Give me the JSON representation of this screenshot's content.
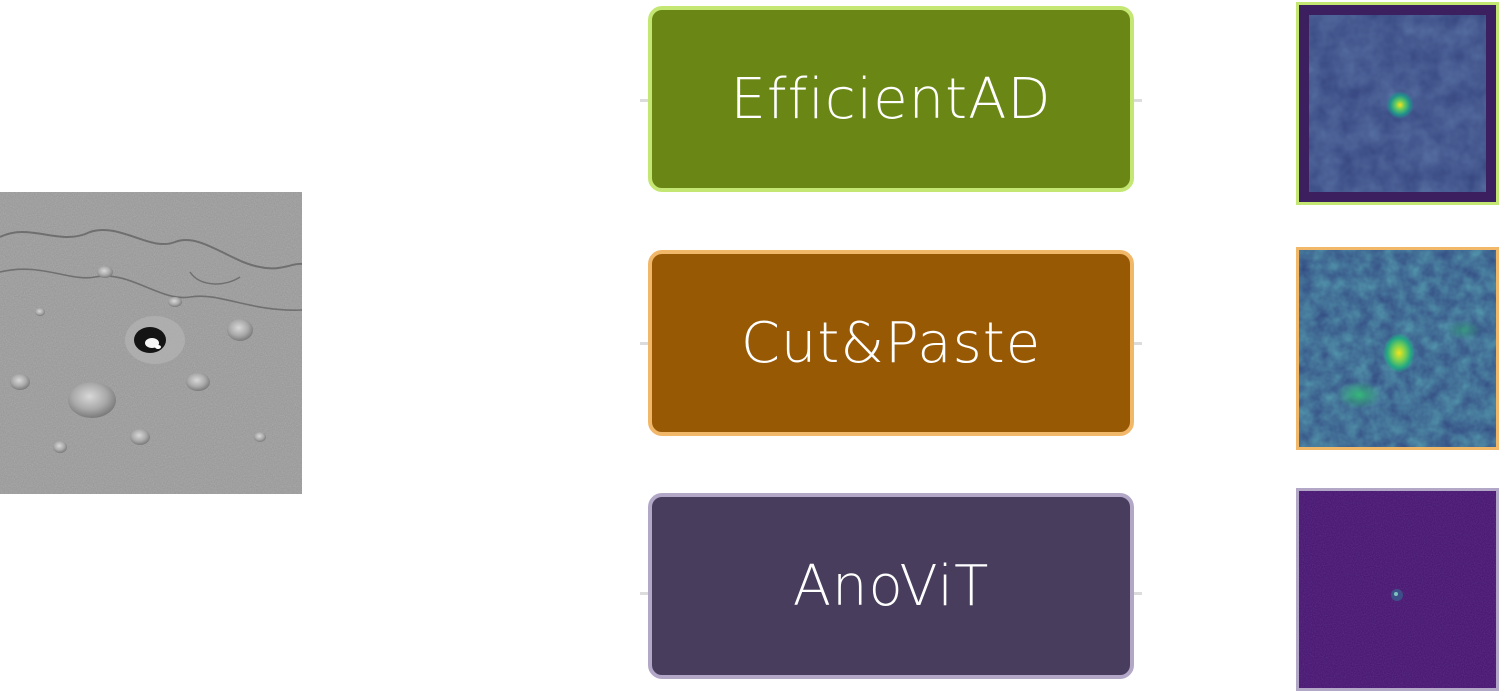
{
  "input": {
    "icon": "lunar-surface-image"
  },
  "models": [
    {
      "label": "EfficientAD",
      "fill": "#6a8716",
      "border": "#c4e774",
      "heatmap_icon": "anomaly-heatmap-efficientad"
    },
    {
      "label": "Cut&Paste",
      "fill": "#985905",
      "border": "#f2b86a",
      "heatmap_icon": "anomaly-heatmap-cutpaste"
    },
    {
      "label": "AnoViT",
      "fill": "#483d5d",
      "border": "#b3a7c8",
      "heatmap_icon": "anomaly-heatmap-anovit"
    }
  ]
}
